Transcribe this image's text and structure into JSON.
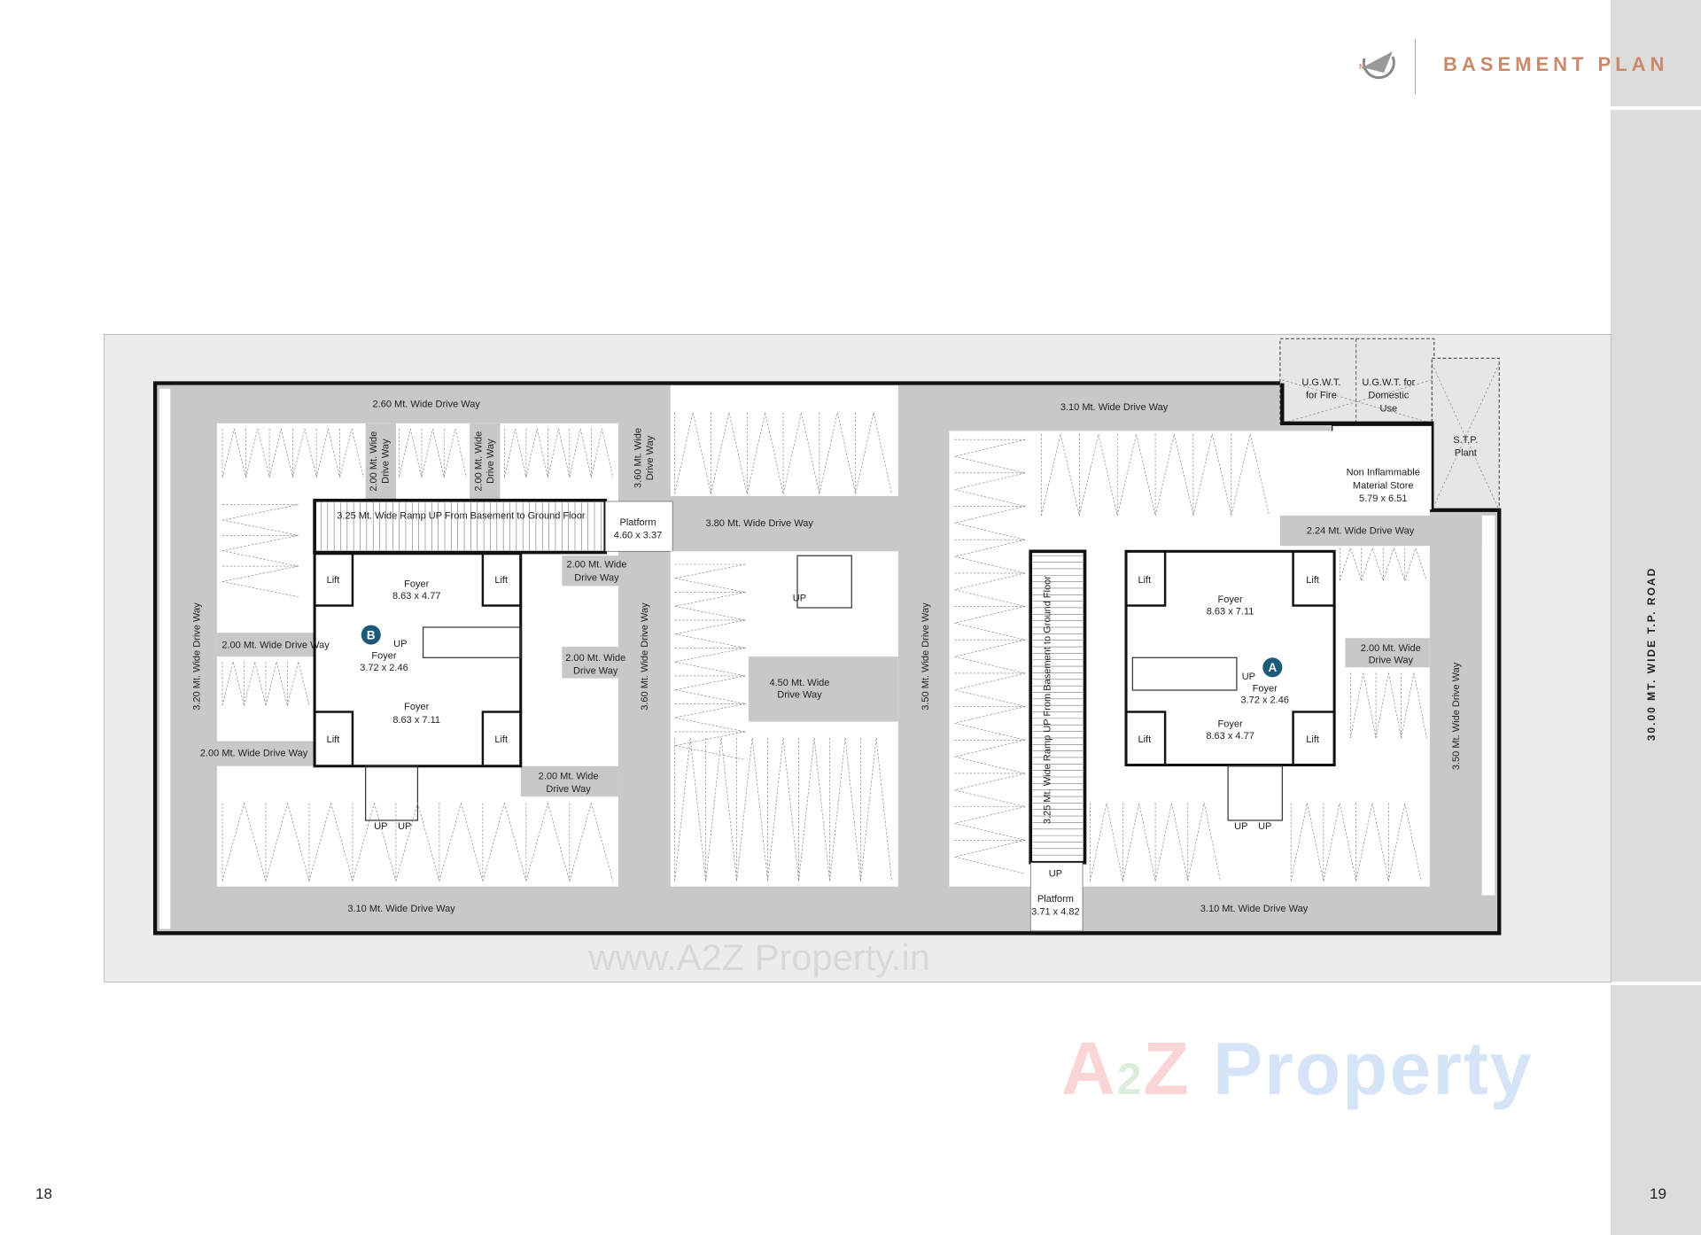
{
  "header": {
    "title": "BASEMENT PLAN",
    "logo_icon": "compass-north-logo-icon"
  },
  "road_label": "30.00 MT. WIDE T.P. ROAD",
  "page_numbers": {
    "left": "18",
    "right": "19"
  },
  "watermark": {
    "text_parts": [
      "A",
      "2",
      "Z",
      " Property"
    ],
    "plan_watermark": "www.A2Z Property.in"
  },
  "colors": {
    "accent": "#c98a6c",
    "driveway": "#c8c8c8",
    "background": "#ececec",
    "marker": "#1d5a78"
  },
  "plan": {
    "left_block": {
      "top_drive": "2.60 Mt. Wide Drive Way",
      "drive_v1": [
        "2.00 Mt. Wide",
        "Drive Way"
      ],
      "drive_v2": [
        "2.00 Mt. Wide",
        "Drive Way"
      ],
      "drive_v3": [
        "3.60 Mt. Wide",
        "Drive Way"
      ],
      "ramp": "3.25 Mt.  Wide Ramp UP From Basement to Ground Floor",
      "platform": [
        "Platform",
        "4.60 x 3.37"
      ],
      "drive_r1": [
        "2.00 Mt. Wide",
        "Drive Way"
      ],
      "drive_r2": [
        "2.00 Mt. Wide",
        "Drive Way"
      ],
      "drive_r3": [
        "2.00 Mt. Wide",
        "Drive Way"
      ],
      "lift": "Lift",
      "foyer_top": [
        "Foyer",
        "8.63 x 4.77"
      ],
      "foyer_mid": [
        "Foyer",
        "3.72 x 2.46"
      ],
      "foyer_bottom": [
        "Foyer",
        "8.63 x 7.11"
      ],
      "marker": "B",
      "up": "UP",
      "drive_left1": "2.00 Mt. Wide Drive Way",
      "drive_left2": "2.00 Mt. Wide Drive Way",
      "drive_west": "3.20 Mt. Wide Drive Way",
      "drive_east": "3.60 Mt. Wide Drive Way",
      "bottom_drive": "3.10 Mt. Wide Drive Way"
    },
    "middle_block": {
      "drive_mid": "3.80 Mt. Wide Drive Way",
      "drive_45": [
        "4.50 Mt. Wide",
        "Drive Way"
      ],
      "up": "UP",
      "drive_east": "3.50 Mt. Wide Drive Way"
    },
    "right_block": {
      "top_drive": "3.10 Mt. Wide Drive Way",
      "ugwt_fire": [
        "U.G.W.T.",
        "for Fire"
      ],
      "ugwt_domestic": [
        "U.G.W.T. for",
        "Domestic",
        "Use"
      ],
      "stp": [
        "S.T.P.",
        "Plant"
      ],
      "store": [
        "Non Inflammable",
        "Material Store",
        "5.79 x 6.51"
      ],
      "drive_224": "2.24 Mt. Wide Drive Way",
      "ramp": "3.25 Mt. Wide Ramp UP From Basement to Ground Floor",
      "lift": "Lift",
      "foyer_top": [
        "Foyer",
        "8.63 x 7.11"
      ],
      "foyer_mid": [
        "Foyer",
        "3.72 x 2.46"
      ],
      "foyer_bottom": [
        "Foyer",
        "8.63 x 4.77"
      ],
      "marker": "A",
      "up": "UP",
      "drive_r1": [
        "2.00 Mt. Wide",
        "Drive Way"
      ],
      "drive_east": "3.50 Mt. Wide Drive Way",
      "platform": [
        "Platform",
        "3.71 x 4.82"
      ],
      "bottom_drive": "3.10 Mt. Wide Drive Way"
    }
  }
}
